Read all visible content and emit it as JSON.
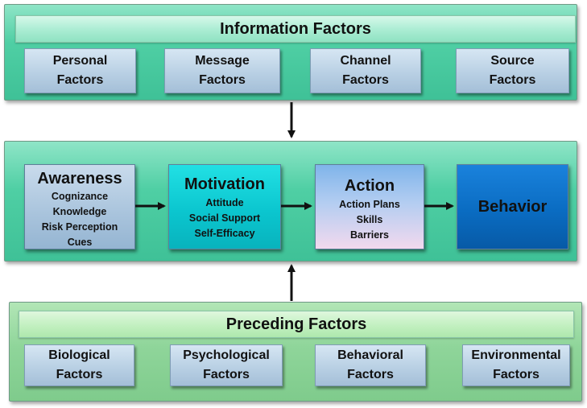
{
  "information": {
    "title": "Information Factors",
    "factors": [
      {
        "label": "Personal\nFactors"
      },
      {
        "label": "Message\nFactors"
      },
      {
        "label": "Channel\nFactors"
      },
      {
        "label": "Source\nFactors"
      }
    ]
  },
  "stages": {
    "awareness": {
      "title": "Awareness",
      "items": [
        "Cognizance",
        "Knowledge",
        "Risk Perception",
        "Cues"
      ]
    },
    "motivation": {
      "title": "Motivation",
      "items": [
        "Attitude",
        "Social Support",
        "Self-Efficacy"
      ]
    },
    "action": {
      "title": "Action",
      "items": [
        "Action Plans",
        "Skills",
        "Barriers"
      ]
    },
    "behavior": {
      "title": "Behavior"
    }
  },
  "preceding": {
    "title": "Preceding Factors",
    "factors": [
      {
        "label": "Biological\nFactors"
      },
      {
        "label": "Psychological\nFactors"
      },
      {
        "label": "Behavioral\nFactors"
      },
      {
        "label": "Environmental\nFactors"
      }
    ]
  },
  "colors": {
    "panel_teal": "#4fcfa4",
    "panel_green": "#8fd59a",
    "factor_blue": "#b9d0e4",
    "motivation": "#0bc6cf",
    "action": "#b3cdf1",
    "behavior": "#0a6cc2",
    "arrow": "#111111"
  }
}
